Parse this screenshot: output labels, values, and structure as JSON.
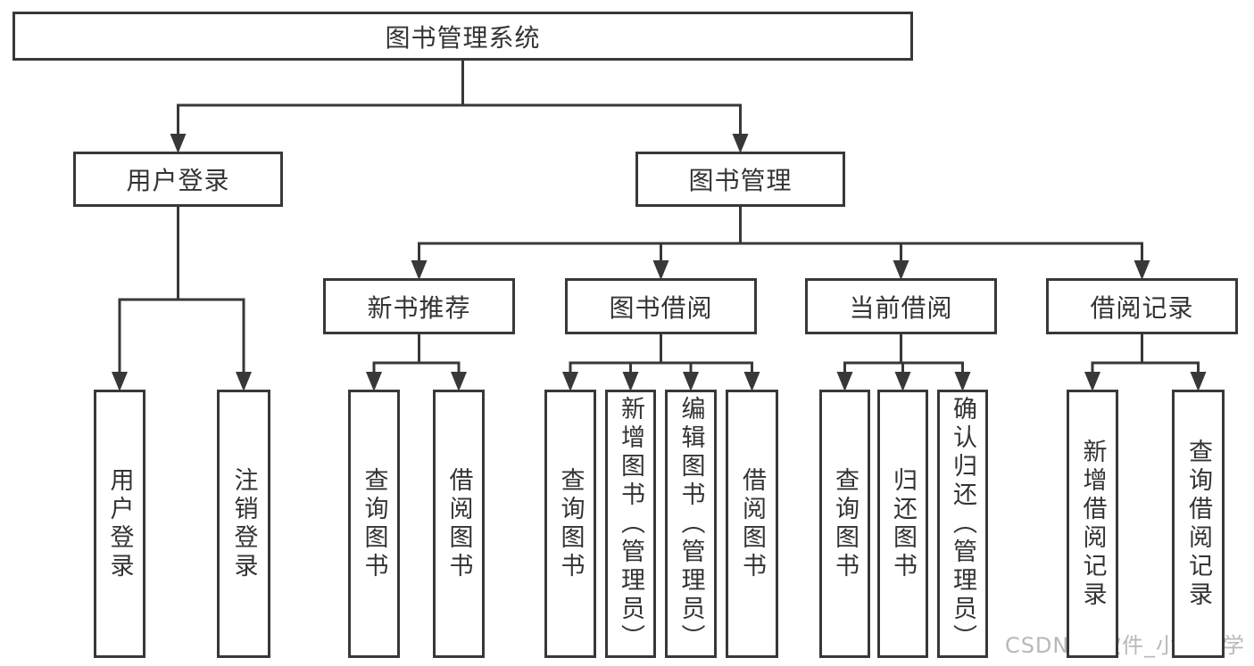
{
  "diagram": {
    "type": "tree",
    "title": "图书管理系统",
    "background": "#ffffff",
    "line_color": "#383838",
    "text_color": "#333333",
    "nodes": [
      {
        "id": "system",
        "label": "图书管理系统",
        "parent": null,
        "text_direction": "horizontal"
      },
      {
        "id": "user-login",
        "label": "用户登录",
        "parent": "system",
        "text_direction": "horizontal"
      },
      {
        "id": "book-mgmt",
        "label": "图书管理",
        "parent": "system",
        "text_direction": "horizontal"
      },
      {
        "id": "login",
        "label": "用户登录",
        "parent": "user-login",
        "text_direction": "vertical"
      },
      {
        "id": "logout",
        "label": "注销登录",
        "parent": "user-login",
        "text_direction": "vertical"
      },
      {
        "id": "new-book-rec",
        "label": "新书推荐",
        "parent": "book-mgmt",
        "text_direction": "horizontal"
      },
      {
        "id": "book-borrow",
        "label": "图书借阅",
        "parent": "book-mgmt",
        "text_direction": "horizontal"
      },
      {
        "id": "current-borrow",
        "label": "当前借阅",
        "parent": "book-mgmt",
        "text_direction": "horizontal"
      },
      {
        "id": "borrow-records",
        "label": "借阅记录",
        "parent": "book-mgmt",
        "text_direction": "horizontal"
      },
      {
        "id": "nbr-query-books",
        "label": "查询图书",
        "parent": "new-book-rec",
        "text_direction": "vertical"
      },
      {
        "id": "nbr-borrow-books",
        "label": "借阅图书",
        "parent": "new-book-rec",
        "text_direction": "vertical"
      },
      {
        "id": "bb-query-books",
        "label": "查询图书",
        "parent": "book-borrow",
        "text_direction": "vertical"
      },
      {
        "id": "bb-add-books",
        "label": "新增图书（管理员）",
        "parent": "book-borrow",
        "text_direction": "vertical"
      },
      {
        "id": "bb-edit-books",
        "label": "编辑图书（管理员）",
        "parent": "book-borrow",
        "text_direction": "vertical"
      },
      {
        "id": "bb-borrow-books",
        "label": "借阅图书",
        "parent": "book-borrow",
        "text_direction": "vertical"
      },
      {
        "id": "cb-query-books",
        "label": "查询图书",
        "parent": "current-borrow",
        "text_direction": "vertical"
      },
      {
        "id": "cb-return-books",
        "label": "归还图书",
        "parent": "current-borrow",
        "text_direction": "vertical"
      },
      {
        "id": "cb-confirm-return",
        "label": "确认归还（管理员）",
        "parent": "current-borrow",
        "text_direction": "vertical"
      },
      {
        "id": "br-add-record",
        "label": "新增借阅记录",
        "parent": "borrow-records",
        "text_direction": "vertical"
      },
      {
        "id": "br-query-record",
        "label": "查询借阅记录",
        "parent": "borrow-records",
        "text_direction": "vertical"
      }
    ],
    "watermark": {
      "text": "CSDN @软件_小贺同学",
      "color": "#b8b8b8"
    }
  }
}
